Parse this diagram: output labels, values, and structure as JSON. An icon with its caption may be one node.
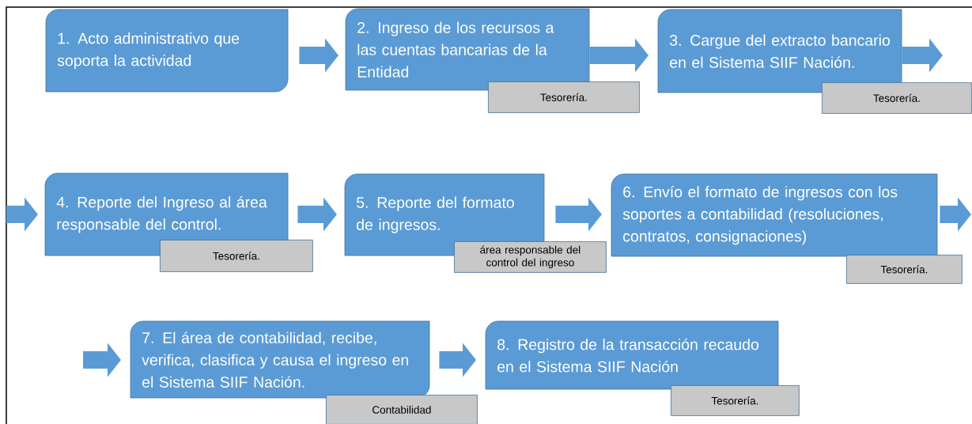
{
  "diagram": {
    "nodes": [
      {
        "text": [
          "1. Acto administrativo que soporta la actividad"
        ]
      },
      {
        "text": [
          "2. Ingreso de los recursos a las cuentas bancarias de la Entidad"
        ]
      },
      {
        "text": [
          "Tesorería."
        ]
      },
      {
        "text": [
          "3. Cargue del extracto bancario en el Sistema SIIF Nación."
        ]
      },
      {
        "text": [
          "Tesorería."
        ]
      },
      {
        "text": [
          "4. Reporte del Ingreso al área responsable del control."
        ]
      },
      {
        "text": [
          "Tesorería."
        ]
      },
      {
        "text": [
          "5. Reporte del formato de ingresos."
        ]
      },
      {
        "text": [
          "área responsable del control del ingreso"
        ]
      },
      {
        "text": [
          "6. Envío el formato de ingresos con los soportes a contabilidad (resoluciones, contratos, consignaciones)"
        ]
      },
      {
        "text": [
          "Tesorería."
        ]
      },
      {
        "text": [
          "7. El área de contabilidad, recibe, verifica, clasifica y causa el ingreso en el Sistema SIIF Nación."
        ]
      },
      {
        "text": [
          "Contabilidad"
        ]
      },
      {
        "text": [
          "8. Registro de la transacción recaudo en el Sistema SIIF Nación"
        ]
      },
      {
        "text": [
          "Tesorería."
        ]
      }
    ],
    "edges": [
      {
        "from": 0,
        "to": 1,
        "arrow": "to"
      },
      {
        "from": 1,
        "to": 3,
        "arrow": "to"
      },
      {
        "from": 3,
        "to": null,
        "arrow": "to"
      },
      {
        "from": null,
        "to": 5,
        "arrow": "to"
      },
      {
        "from": 5,
        "to": 7,
        "arrow": "to"
      },
      {
        "from": 7,
        "to": 9,
        "arrow": "to"
      },
      {
        "from": 9,
        "to": null,
        "arrow": "to"
      },
      {
        "from": null,
        "to": 11,
        "arrow": "to"
      },
      {
        "from": 11,
        "to": 13,
        "arrow": "to"
      }
    ]
  }
}
